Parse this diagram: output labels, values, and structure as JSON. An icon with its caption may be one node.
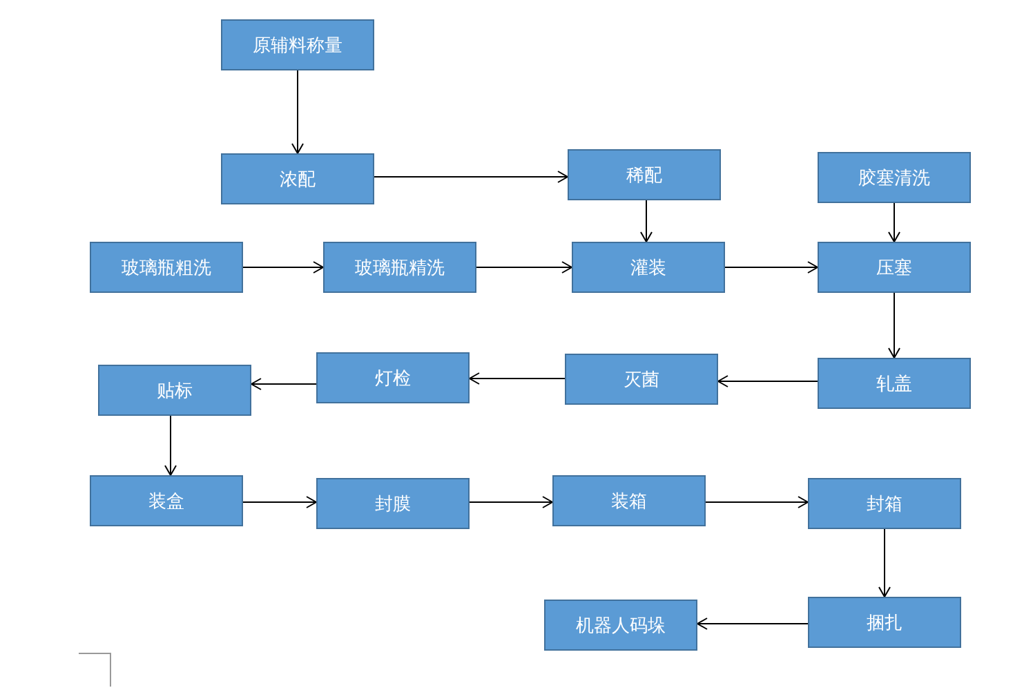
{
  "diagram": {
    "nodes": [
      {
        "text": [
          "原辅料称量"
        ]
      },
      {
        "text": [
          "浓配"
        ]
      },
      {
        "text": [
          "稀配"
        ]
      },
      {
        "text": [
          "胶塞清洗"
        ]
      },
      {
        "text": [
          "玻璃瓶粗洗"
        ]
      },
      {
        "text": [
          "玻璃瓶精洗"
        ]
      },
      {
        "text": [
          "灌装"
        ]
      },
      {
        "text": [
          "压塞"
        ]
      },
      {
        "text": [
          "贴标"
        ]
      },
      {
        "text": [
          "灯检"
        ]
      },
      {
        "text": [
          "灭菌"
        ]
      },
      {
        "text": [
          "轧盖"
        ]
      },
      {
        "text": [
          "装盒"
        ]
      },
      {
        "text": [
          "封膜"
        ]
      },
      {
        "text": [
          "装箱"
        ]
      },
      {
        "text": [
          "封箱"
        ]
      },
      {
        "text": [
          "机器人码垛"
        ]
      },
      {
        "text": [
          "捆扎"
        ]
      }
    ],
    "edges": [
      {
        "from": 0,
        "to": 1,
        "arrow": "to"
      },
      {
        "from": 1,
        "to": 2,
        "arrow": "to"
      },
      {
        "from": 2,
        "to": 6,
        "arrow": "to"
      },
      {
        "from": 3,
        "to": 7,
        "arrow": "to"
      },
      {
        "from": 4,
        "to": 5,
        "arrow": "to"
      },
      {
        "from": 5,
        "to": 6,
        "arrow": "to"
      },
      {
        "from": 6,
        "to": 7,
        "arrow": "to"
      },
      {
        "from": 7,
        "to": 11,
        "arrow": "to"
      },
      {
        "from": 11,
        "to": 10,
        "arrow": "to"
      },
      {
        "from": 10,
        "to": 9,
        "arrow": "to"
      },
      {
        "from": 9,
        "to": 8,
        "arrow": "to"
      },
      {
        "from": 8,
        "to": 12,
        "arrow": "to"
      },
      {
        "from": 12,
        "to": 13,
        "arrow": "to"
      },
      {
        "from": 13,
        "to": 14,
        "arrow": "to"
      },
      {
        "from": 14,
        "to": 15,
        "arrow": "to"
      },
      {
        "from": 15,
        "to": 17,
        "arrow": "to"
      },
      {
        "from": 17,
        "to": 16,
        "arrow": "to"
      }
    ]
  }
}
